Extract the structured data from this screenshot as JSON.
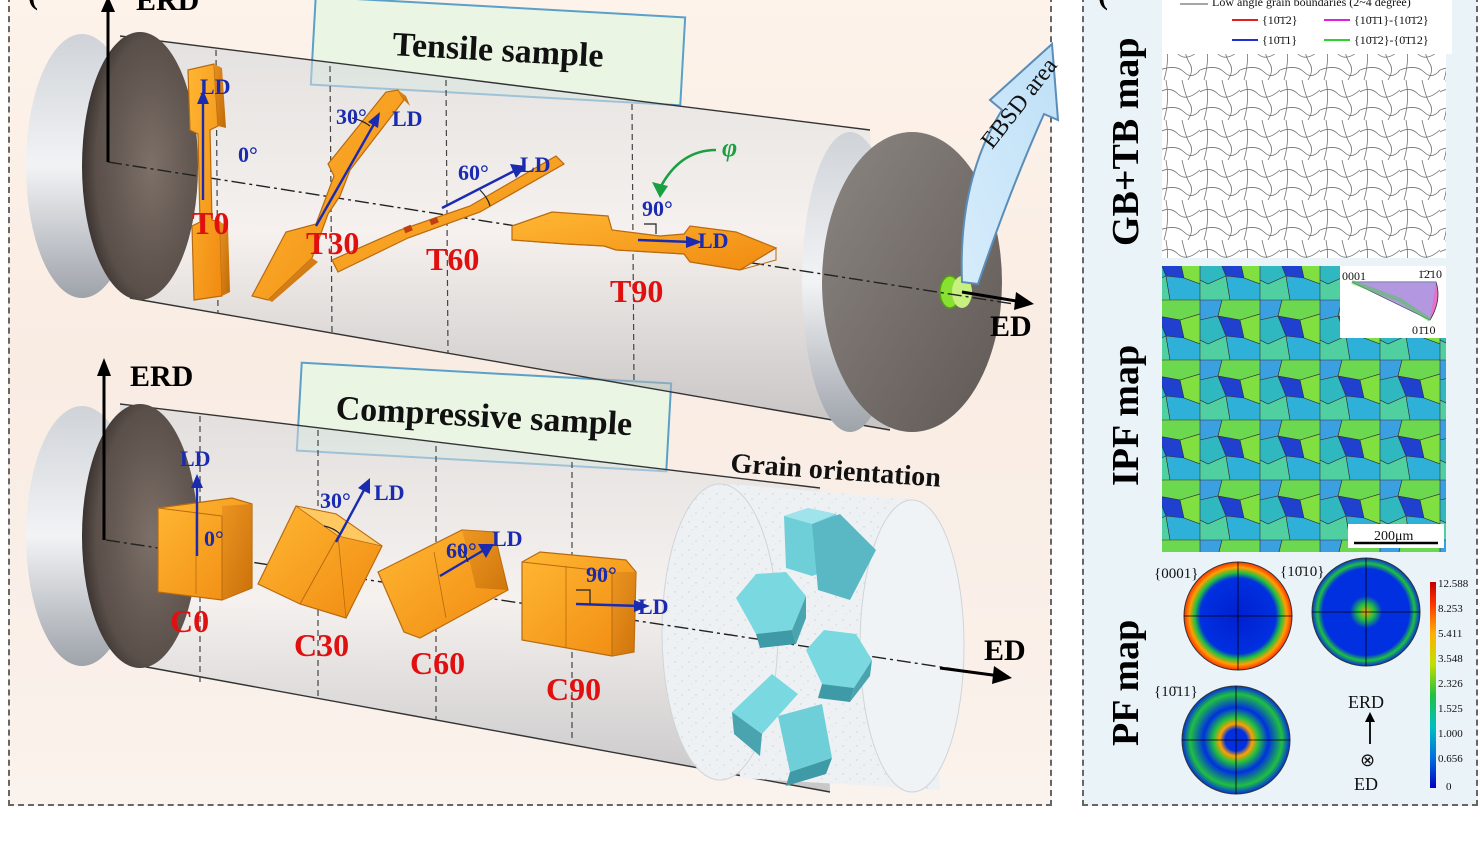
{
  "panel_a": {
    "panel_letter": "(",
    "tensile_title": "Tensile sample",
    "compressive_title": "Compressive sample",
    "grain_title": "Grain orientation",
    "axis_erd": "ERD",
    "axis_ed": "ED",
    "axis_ld": "LD",
    "phi_symbol": "φ",
    "tensile_specimens": [
      {
        "name": "T0",
        "angle": "0°"
      },
      {
        "name": "T30",
        "angle": "30°"
      },
      {
        "name": "T60",
        "angle": "60°"
      },
      {
        "name": "T90",
        "angle": "90°"
      }
    ],
    "compressive_specimens": [
      {
        "name": "C0",
        "angle": "0°"
      },
      {
        "name": "C30",
        "angle": "30°"
      },
      {
        "name": "C60",
        "angle": "60°"
      },
      {
        "name": "C90",
        "angle": "90°"
      }
    ],
    "ebsd_arrow_label": "EBSD area"
  },
  "panel_b": {
    "panel_letter": "(",
    "map_labels": {
      "gbtb": "GB+TB map",
      "ipf": "IPF map",
      "pf": "PF map"
    },
    "gbtb_legend": {
      "low_angle": "Low angle grain boundaries (2~4 degree)",
      "items": [
        {
          "label": "{10̄1̄2}",
          "color": "#e02020"
        },
        {
          "label": "{10̄1̄1}-{10̄1̄2}",
          "color": "#e020e0"
        },
        {
          "label": "{10̄1̄1}",
          "color": "#2030d0"
        },
        {
          "label": "{10̄1̄2}-{0̄1̄12}",
          "color": "#30d030"
        }
      ]
    },
    "ipf_key": {
      "corner_0001": "0001",
      "corner_1210": "1̄2̄10",
      "corner_0110": "01̄10"
    },
    "scale_bar": "200μm",
    "pole_figures": [
      {
        "label": "{0001}"
      },
      {
        "label": "{10̄10}"
      },
      {
        "label": "{10̄11}"
      }
    ],
    "pf_scale": [
      "12.588",
      "8.253",
      "5.411",
      "3.548",
      "2.326",
      "1.525",
      "1.000",
      "0.656",
      "0"
    ],
    "pf_axes": {
      "erd": "ERD",
      "ed": "ED",
      "cross": "⊗"
    }
  }
}
